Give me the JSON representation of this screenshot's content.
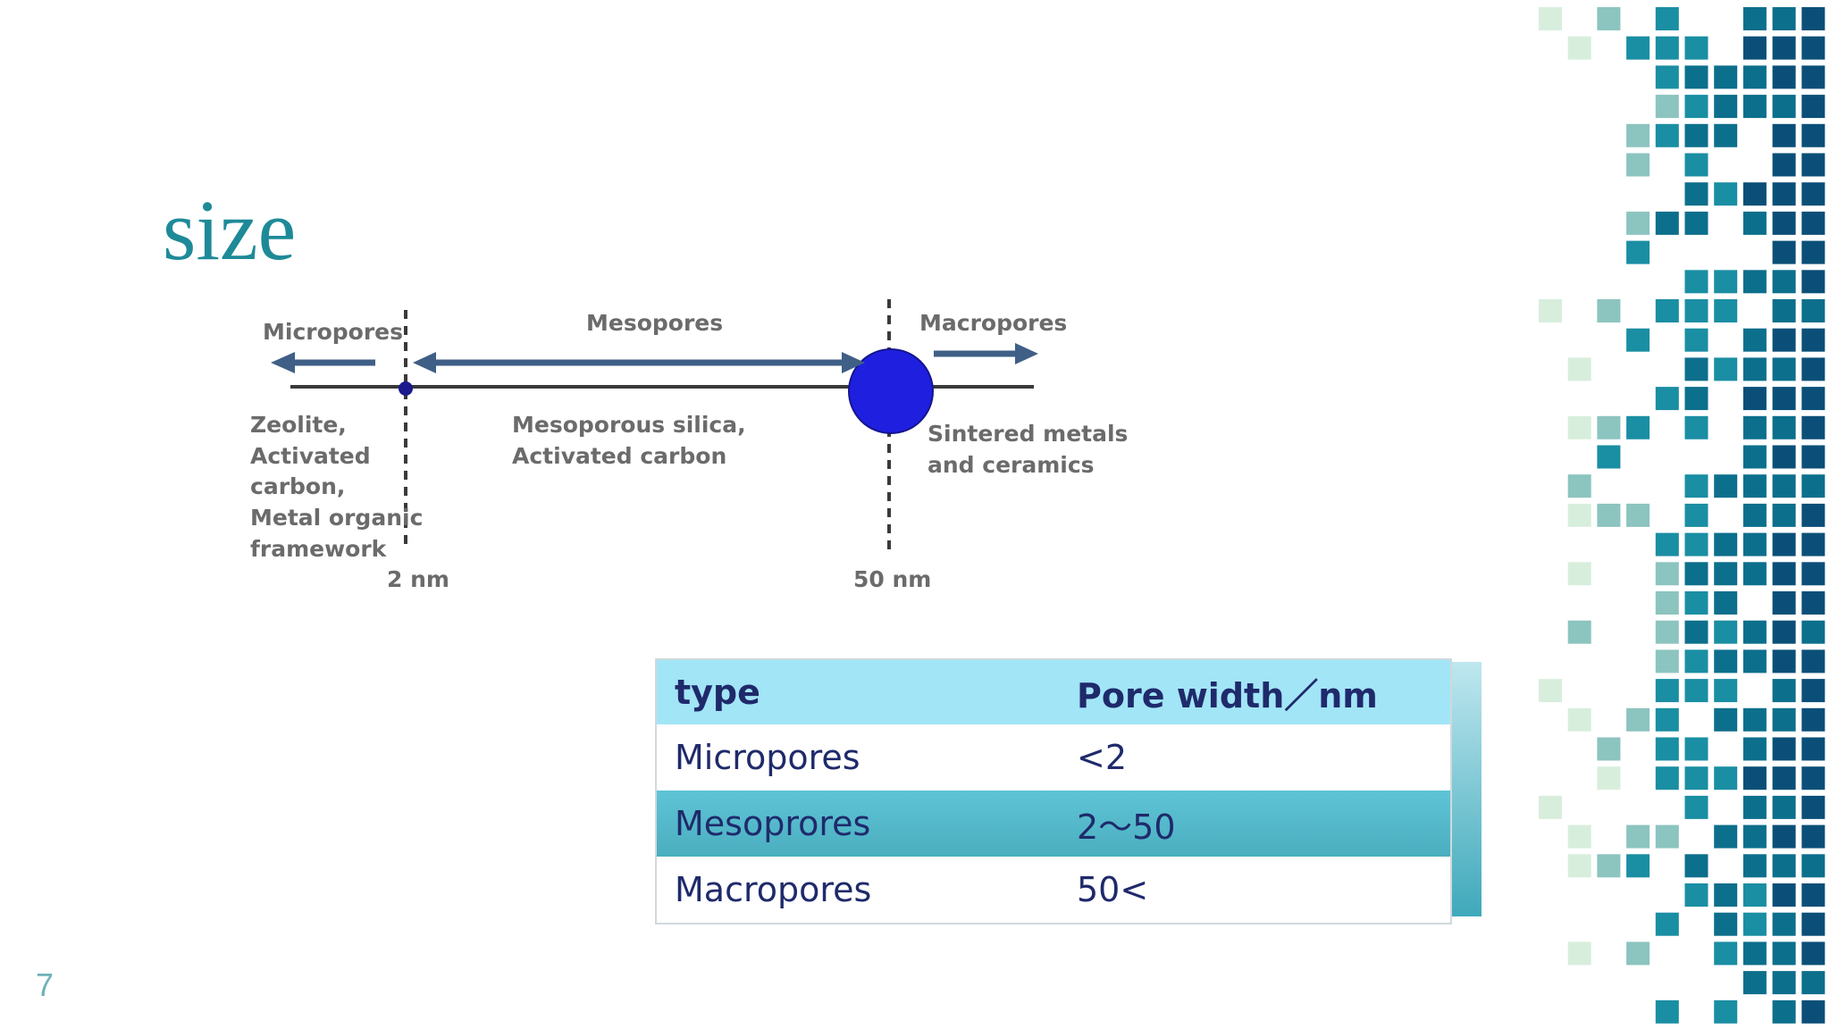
{
  "slide": {
    "title": "size",
    "page_number": "7"
  },
  "diagram": {
    "labels": {
      "micropores": "Micropores",
      "mesopores": "Mesopores",
      "macropores": "Macropores",
      "micro_examples": [
        "Zeolite,",
        "Activated",
        "carbon,",
        "Metal organic",
        "framework"
      ],
      "meso_examples": [
        "Mesoporous silica,",
        "Activated carbon"
      ],
      "macro_examples": [
        "Sintered metals",
        "and ceramics"
      ],
      "mark_2nm": "2 nm",
      "mark_50nm": "50 nm"
    },
    "colors": {
      "arrow": "#3f5f86",
      "axis": "#3a3a3a",
      "circle": "#1f1fe0",
      "dot": "#1a1a8c",
      "text": "#6b6b6b"
    }
  },
  "table": {
    "headers": [
      "type",
      "Pore width／nm"
    ],
    "rows": [
      [
        "Micropores",
        "<2"
      ],
      [
        "Mesoprores",
        "2～50"
      ],
      [
        "Macropores",
        "50<"
      ]
    ],
    "colors": {
      "header_bg": "#a2e5f7",
      "band_bg": "#4fb5c7",
      "text": "#1f2a6b"
    }
  },
  "decoration": {
    "palette": [
      "#d8eedd",
      "#8cc4bf",
      "#1a8ea3",
      "#0c6f8c",
      "#0b4f78"
    ]
  }
}
